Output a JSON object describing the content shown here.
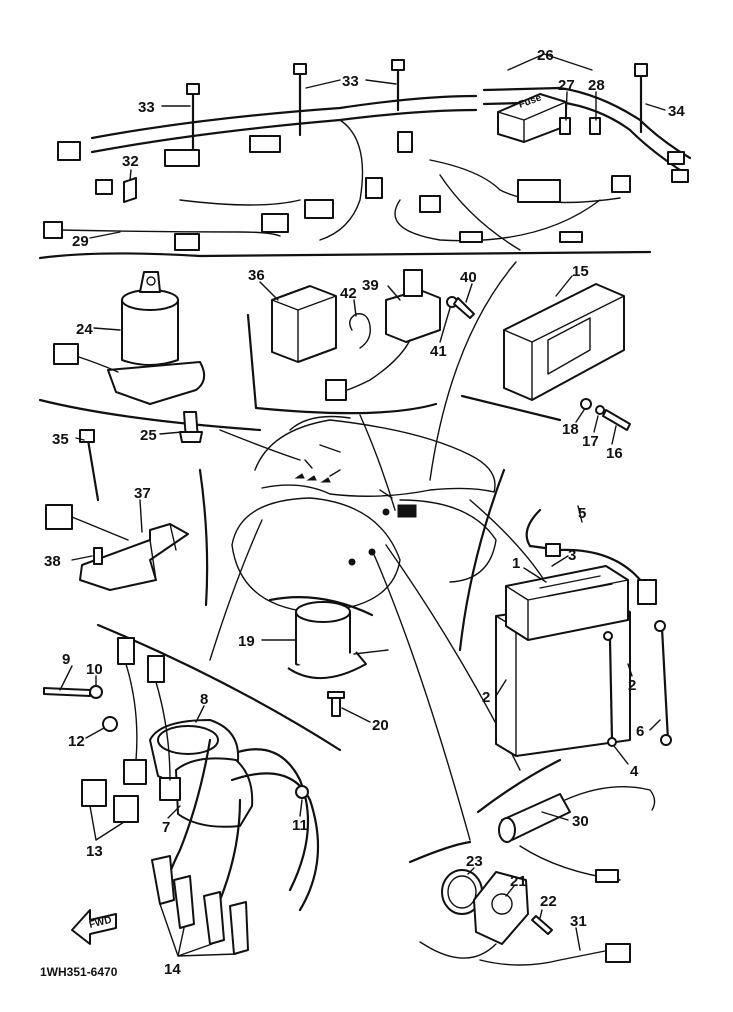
{
  "diagram": {
    "code": "1WH351-6470",
    "direction_label": "FWD",
    "part_numbers": [
      "1",
      "2",
      "3",
      "4",
      "5",
      "6",
      "7",
      "8",
      "9",
      "10",
      "11",
      "12",
      "13",
      "14",
      "15",
      "16",
      "17",
      "18",
      "19",
      "20",
      "21",
      "22",
      "23",
      "24",
      "25",
      "26",
      "27",
      "28",
      "29",
      "30",
      "31",
      "32",
      "33",
      "34",
      "35",
      "36",
      "37",
      "38",
      "39",
      "40",
      "41",
      "42"
    ],
    "fuse_label": "Fuse"
  }
}
